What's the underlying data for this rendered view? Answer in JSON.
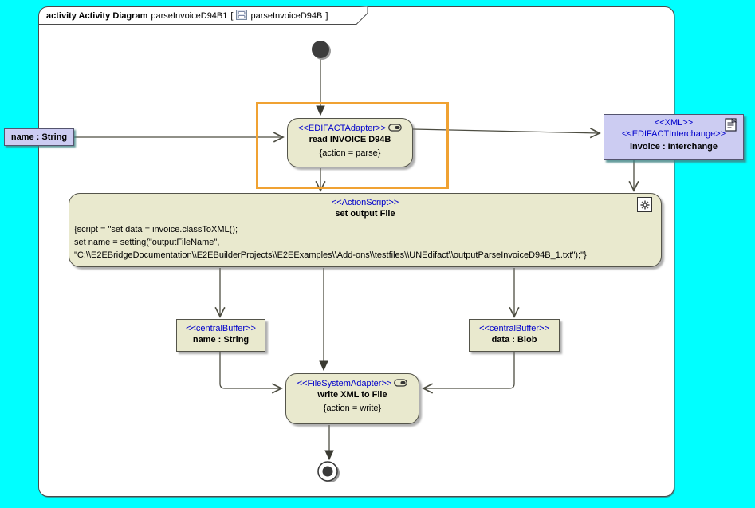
{
  "frame": {
    "title": {
      "keyword": "activity Activity Diagram",
      "diagram_name": "parseInvoiceD94B1",
      "open_bracket": "[",
      "ref_name": "parseInvoiceD94B",
      "close_bracket": "]"
    }
  },
  "nodes": {
    "read_invoice": {
      "stereotype": "<<EDIFACTAdapter>>",
      "name": "read INVOICE D94B",
      "tagged_value": "{action = parse}"
    },
    "invoice_object": {
      "stereotype1": "<<XML>>",
      "stereotype2": "<<EDIFACTInterchange>>",
      "name": "invoice : Interchange"
    },
    "name_pin": {
      "label": "name : String"
    },
    "set_output": {
      "stereotype": "<<ActionScript>>",
      "name": "set output File",
      "script_lines": [
        "{script = \"set data = invoice.classToXML();",
        "set name = setting(\"outputFileName\",",
        "\"C:\\\\E2EBridgeDocumentation\\\\E2EBuilderProjects\\\\E2EExamples\\\\Add-ons\\\\testfiles\\\\UNEdifact\\\\outputParseInvoiceD94B_1.txt\");\"}"
      ]
    },
    "buffer_name": {
      "stereotype": "<<centralBuffer>>",
      "name": "name : String"
    },
    "buffer_data": {
      "stereotype": "<<centralBuffer>>",
      "name": "data : Blob"
    },
    "write_xml": {
      "stereotype": "<<FileSystemAdapter>>",
      "name": "write XML to File",
      "tagged_value": "{action = write}"
    }
  },
  "icons": {
    "adapter_icon": "pill-component",
    "gear_icon": "gear",
    "document_icon": "document-lines",
    "diagram_icon": "activity-diagram"
  },
  "colors": {
    "canvas_background": "#00ffff",
    "frame_background": "#ffffff",
    "node_fill": "#e9e9ce",
    "object_fill": "#ccccf2",
    "stereotype_text": "#0000cc",
    "selection_highlight": "#f0a232",
    "connector_line": "#4d4d42"
  }
}
